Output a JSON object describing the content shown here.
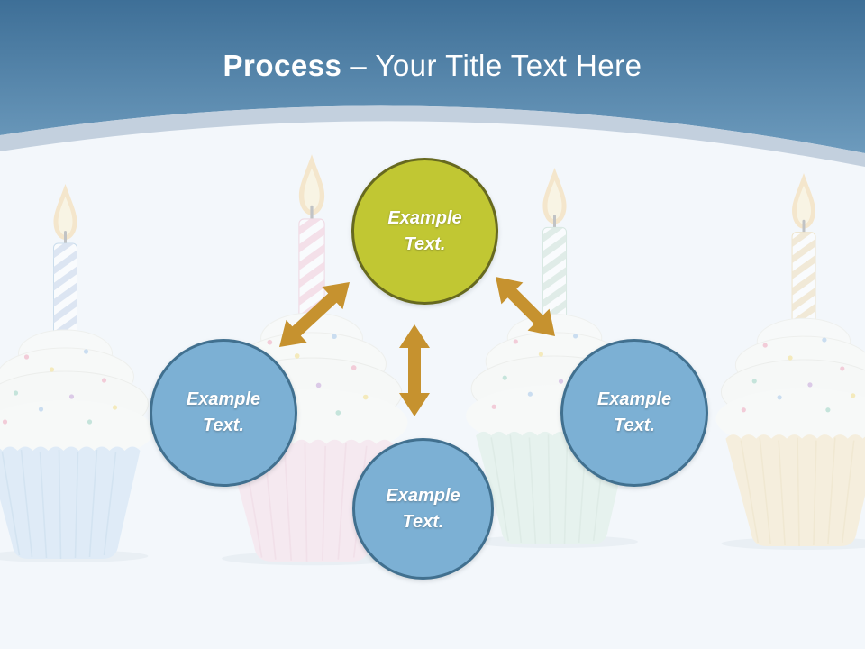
{
  "slide": {
    "title_bold": "Process",
    "title_rest": "– Your Title Text Here"
  },
  "diagram": {
    "circles": [
      {
        "role": "top",
        "color": "olive",
        "lines": [
          "Example",
          "Text."
        ]
      },
      {
        "role": "left",
        "color": "blue",
        "lines": [
          "Example",
          "Text."
        ]
      },
      {
        "role": "bottom",
        "color": "blue",
        "lines": [
          "Example",
          "Text."
        ]
      },
      {
        "role": "right",
        "color": "blue",
        "lines": [
          "Example",
          "Text."
        ]
      }
    ],
    "arrows": [
      {
        "name": "double-arrow-top-left",
        "direction": "diagonal"
      },
      {
        "name": "double-arrow-vertical",
        "direction": "vertical"
      },
      {
        "name": "double-arrow-top-right",
        "direction": "diagonal"
      }
    ]
  },
  "palette": {
    "header_blue_top": "#3e6f97",
    "header_blue_bottom": "#6d9bbd",
    "header_band": "#c3d0de",
    "background": "#f3f7fb",
    "circle_olive_fill": "#c1c733",
    "circle_olive_border": "#67691f",
    "circle_blue_fill": "#7cb0d4",
    "circle_blue_border": "#41708f",
    "arrow_gold": "#c6922f",
    "title_text": "#ffffff"
  },
  "background_images": [
    {
      "name": "cupcake-blue",
      "cup_color": "#cfe3f4"
    },
    {
      "name": "cupcake-pink",
      "cup_color": "#f8dfe8"
    },
    {
      "name": "cupcake-mint",
      "cup_color": "#ddeee4"
    },
    {
      "name": "cupcake-yellow",
      "cup_color": "#f7e8c6"
    }
  ]
}
